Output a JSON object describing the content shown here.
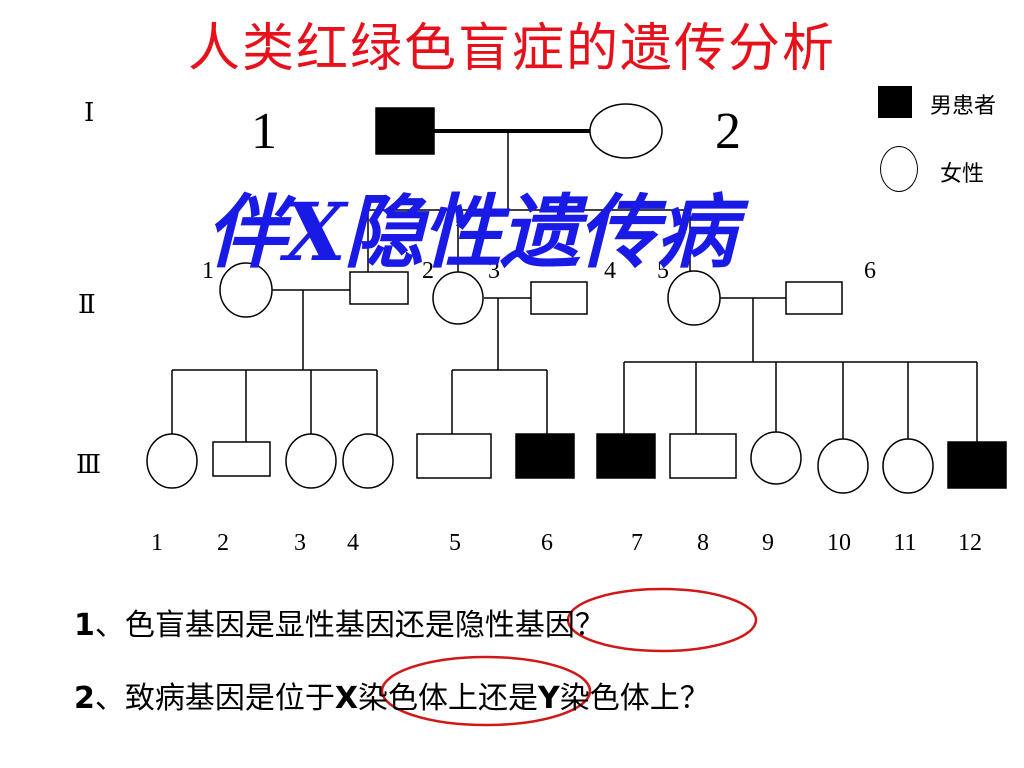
{
  "title": "人类红绿色盲症的遗传分析",
  "generations": [
    "Ⅰ",
    "Ⅱ",
    "Ⅲ"
  ],
  "legend": {
    "male_patient": "男患者",
    "female": "女性"
  },
  "overlay_text": "伴X隐性遗传病",
  "gen1_numbers": [
    "1",
    "2"
  ],
  "gen2_numbers": [
    "1",
    "2",
    "3",
    "4",
    "5",
    "6"
  ],
  "gen3_numbers": [
    "1",
    "2",
    "3",
    "4",
    "5",
    "6",
    "7",
    "8",
    "9",
    "10",
    "11",
    "12"
  ],
  "questions": [
    {
      "num": "1",
      "text": "、色盲基因是显性基因还是隐性基因？"
    },
    {
      "num": "2",
      "text_parts": [
        "、致病基因是位于",
        "X",
        "染色体上还是",
        "Y",
        "染色体上？"
      ]
    }
  ],
  "colors": {
    "title": "#e8101a",
    "overlay": "#1a1ae6",
    "circle_mark": "#d01818",
    "affected": "#000000"
  }
}
